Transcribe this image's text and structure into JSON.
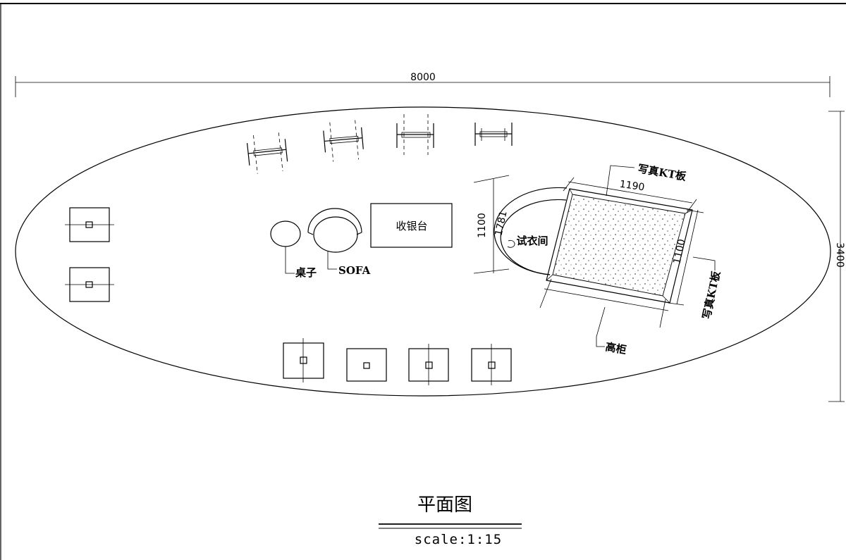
{
  "drawing": {
    "title": "平面图",
    "scale": "scale:1:15",
    "dimensions": {
      "overall_width": "8000",
      "overall_height": "3400",
      "fitting_width": "1190",
      "fitting_height": "1100",
      "fitting_side": "1100",
      "arc": "1781"
    },
    "labels": {
      "table": "桌子",
      "sofa": "SOFA",
      "cashier": "收银台",
      "fitting_room": "试衣间",
      "kt_board_top": "写真KT板",
      "kt_board_right": "写真KT板",
      "tall_cabinet": "高柜"
    }
  }
}
